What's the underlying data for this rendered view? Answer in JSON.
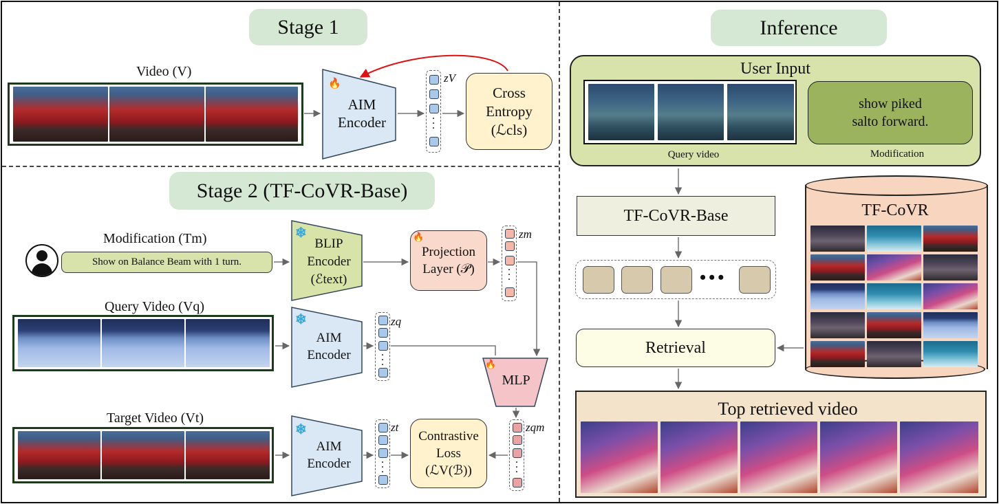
{
  "stage1": {
    "title": "Stage 1",
    "video_label": "Video (V)",
    "encoder_line1": "AIM",
    "encoder_line2": "Encoder",
    "z_label": "zV",
    "loss_line1": "Cross",
    "loss_line2": "Entropy",
    "loss_line3": "(ℒcls)"
  },
  "stage2": {
    "title": "Stage 2 (TF-CoVR-Base)",
    "modification_label": "Modification (Tm)",
    "modification_text": "Show on Balance Beam with 1 turn.",
    "blip_line1": "BLIP",
    "blip_line2": "Encoder",
    "blip_line3": "(ℰtext)",
    "projection_line1": "Projection",
    "projection_line2": "Layer (𝒫)",
    "zm_label": "zm",
    "query_label": "Query Video (Vq)",
    "query_encoder_line1": "AIM",
    "query_encoder_line2": "Encoder",
    "zq_label": "zq",
    "mlp_label": "MLP",
    "target_label": "Target Video (Vt)",
    "target_encoder_line1": "AIM",
    "target_encoder_line2": "Encoder",
    "zt_label": "zt",
    "contrastive_line1": "Contrastive",
    "contrastive_line2": "Loss",
    "contrastive_line3": "(ℒV(ℬ))",
    "zqm_label": "zqm"
  },
  "inference": {
    "title": "Inference",
    "user_input_title": "User Input",
    "modification_text_line1": "show piked",
    "modification_text_line2": "salto forward.",
    "query_video_caption": "Query video",
    "modification_caption": "Modification",
    "base_model": "TF-CoVR-Base",
    "retrieval": "Retrieval",
    "database_title": "TF-CoVR",
    "top_retrieved": "Top retrieved video"
  },
  "colors": {
    "pill_green": "#d5e8d4",
    "encoder_blue": "#dae8f5",
    "blip_green": "#d7e3a8",
    "projection_pink": "#f8d9cb",
    "mlp_pink": "#f5c4c8",
    "loss_yellow": "#fff2cc",
    "user_input_green": "#d7e3ab",
    "modification_green": "#9ab35c",
    "base_beige": "#efefe0",
    "embedding_tan": "#d7c9ac",
    "retrieval_yellow": "#fdfde6",
    "database_peach": "#f8d5bf",
    "top_retrieved_beige": "#f3e3cb",
    "arrow_red": "#e01010"
  },
  "icons": [
    "flame-icon",
    "snowflake-icon",
    "user-icon"
  ]
}
